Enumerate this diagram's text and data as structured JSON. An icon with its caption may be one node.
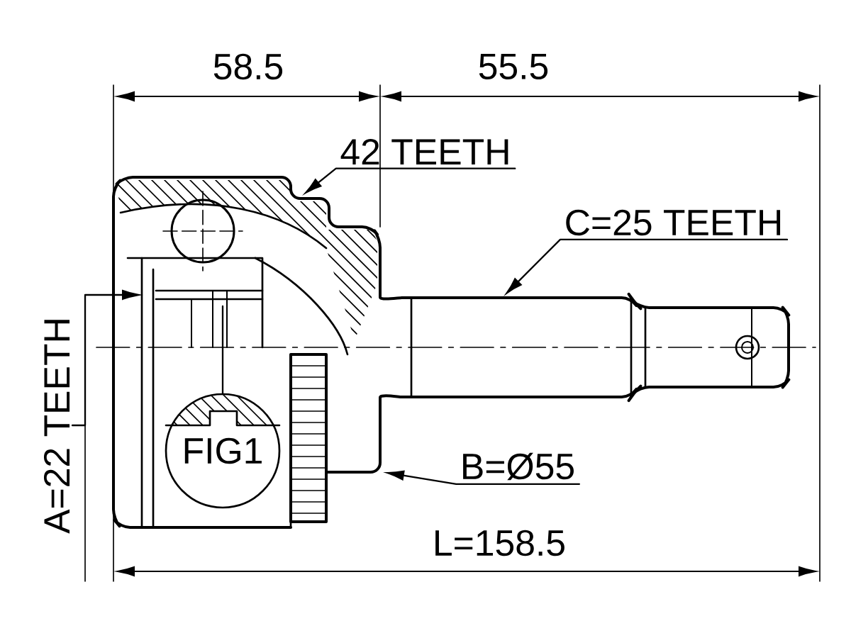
{
  "diagram": {
    "nodes": [
      {
        "text": [
          "42 TEETH"
        ]
      },
      {
        "text": [
          "C=25 TEETH"
        ]
      },
      {
        "text": [
          "B=Ø55"
        ]
      },
      {
        "text": [
          "A=22 TEETH"
        ]
      },
      {
        "text": [
          "FIG1"
        ]
      }
    ],
    "edges": [
      {
        "from": 0,
        "to": null,
        "arrow": "to"
      },
      {
        "from": 1,
        "to": null,
        "arrow": "to"
      },
      {
        "from": 2,
        "to": null,
        "arrow": "to"
      },
      {
        "from": 3,
        "to": null,
        "arrow": "to"
      },
      {
        "from": 4,
        "to": null,
        "arrow": "none"
      }
    ],
    "labels": [
      "58.5",
      "55.5",
      "L=158.5"
    ]
  }
}
